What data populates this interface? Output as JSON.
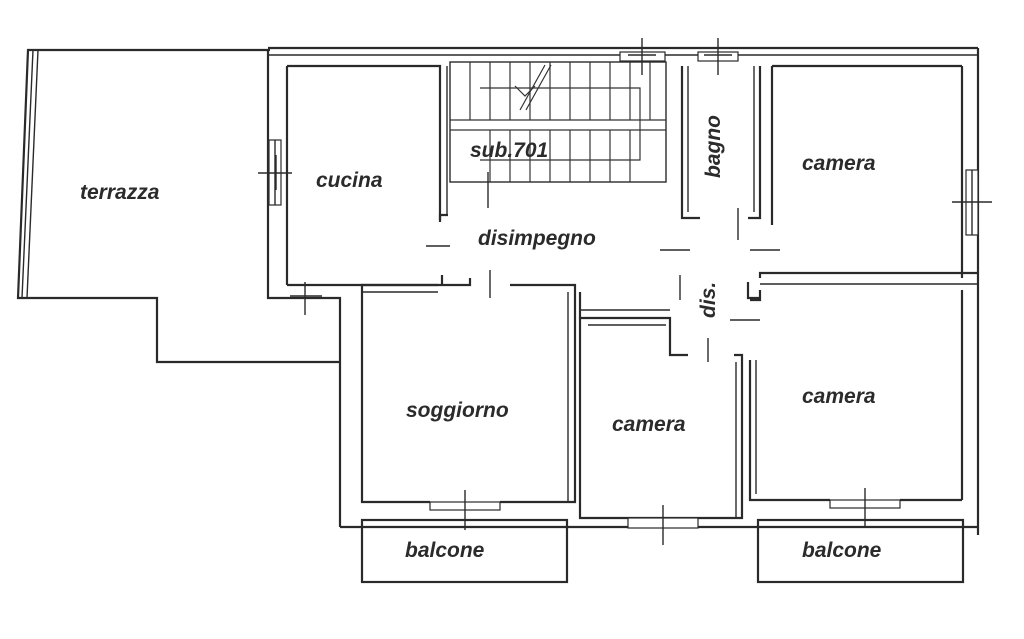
{
  "colors": {
    "ink": "#2a2a2a",
    "paper": "#ffffff"
  },
  "rooms": {
    "terrazza": "terrazza",
    "cucina": "cucina",
    "sub": "sub.701",
    "bagno": "bagno",
    "camera_top": "camera",
    "disimpegno": "disimpegno",
    "dis": "dis.",
    "soggiorno": "soggiorno",
    "camera_center": "camera",
    "camera_right": "camera",
    "balcone_left": "balcone",
    "balcone_right": "balcone"
  }
}
